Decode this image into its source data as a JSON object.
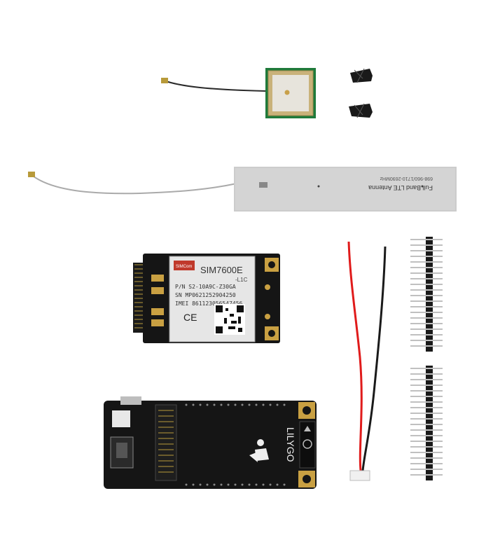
{
  "antenna": {
    "label": "Full Band LTE Antenna",
    "freq": "698-960/1710-2690MHz"
  },
  "module": {
    "brand": "SIMCom",
    "model": "SIM7600E",
    "variant": "-L1C",
    "pn": "P/N S2-10A9C-Z30GA",
    "sn": "SN MP0621252904250",
    "imei": "IMEI 861123056547456",
    "ce": "CE"
  },
  "board": {
    "brand": "LILYGO"
  },
  "colors": {
    "pcb": "#151515",
    "gold": "#c9a042",
    "antenna_panel": "#c8c8c8",
    "wire_red": "#e01b1b",
    "wire_black": "#1a1a1a",
    "gps_ceramic": "#c9b27a",
    "gps_pcb": "#1f7a3a"
  }
}
